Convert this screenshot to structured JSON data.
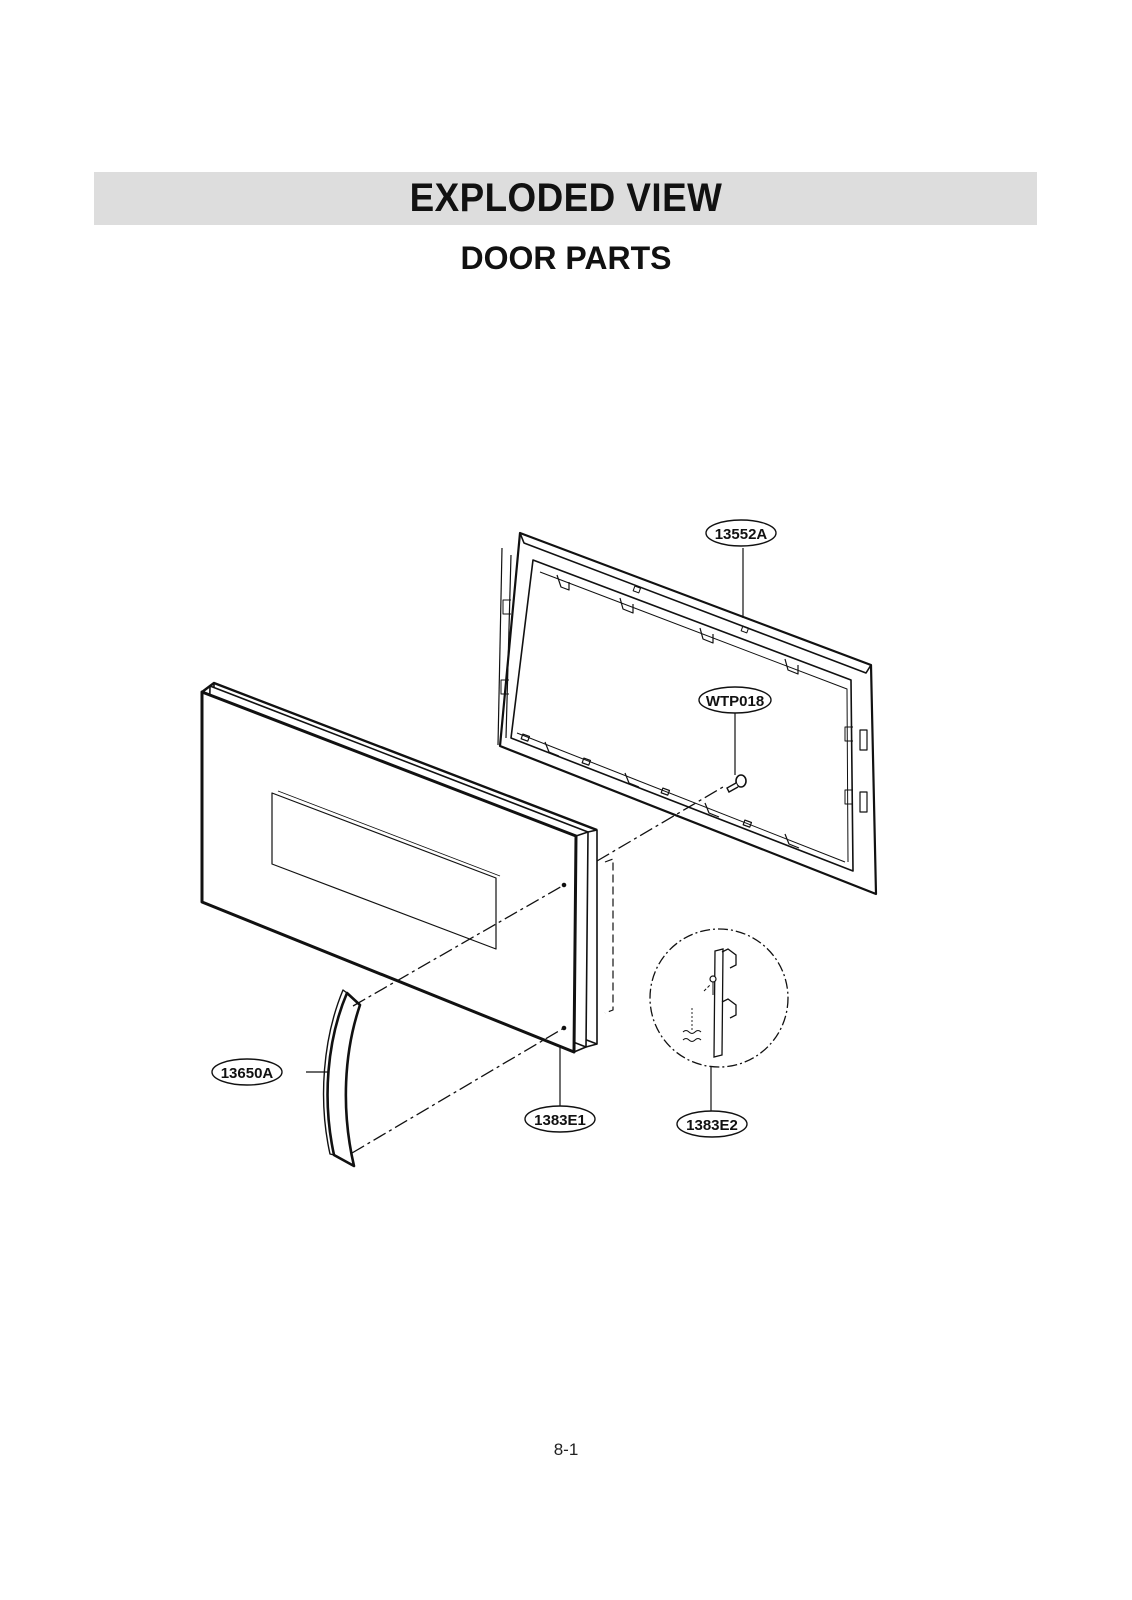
{
  "header": {
    "title": "EXPLODED VIEW",
    "subtitle": "DOOR PARTS"
  },
  "parts": [
    {
      "id": "13552A"
    },
    {
      "id": "WTP018"
    },
    {
      "id": "13650A"
    },
    {
      "id": "1383E1"
    },
    {
      "id": "1383E2"
    }
  ],
  "footer": {
    "page_number": "8-1"
  },
  "colors": {
    "title_band": "#dddddd",
    "line": "#111111"
  }
}
